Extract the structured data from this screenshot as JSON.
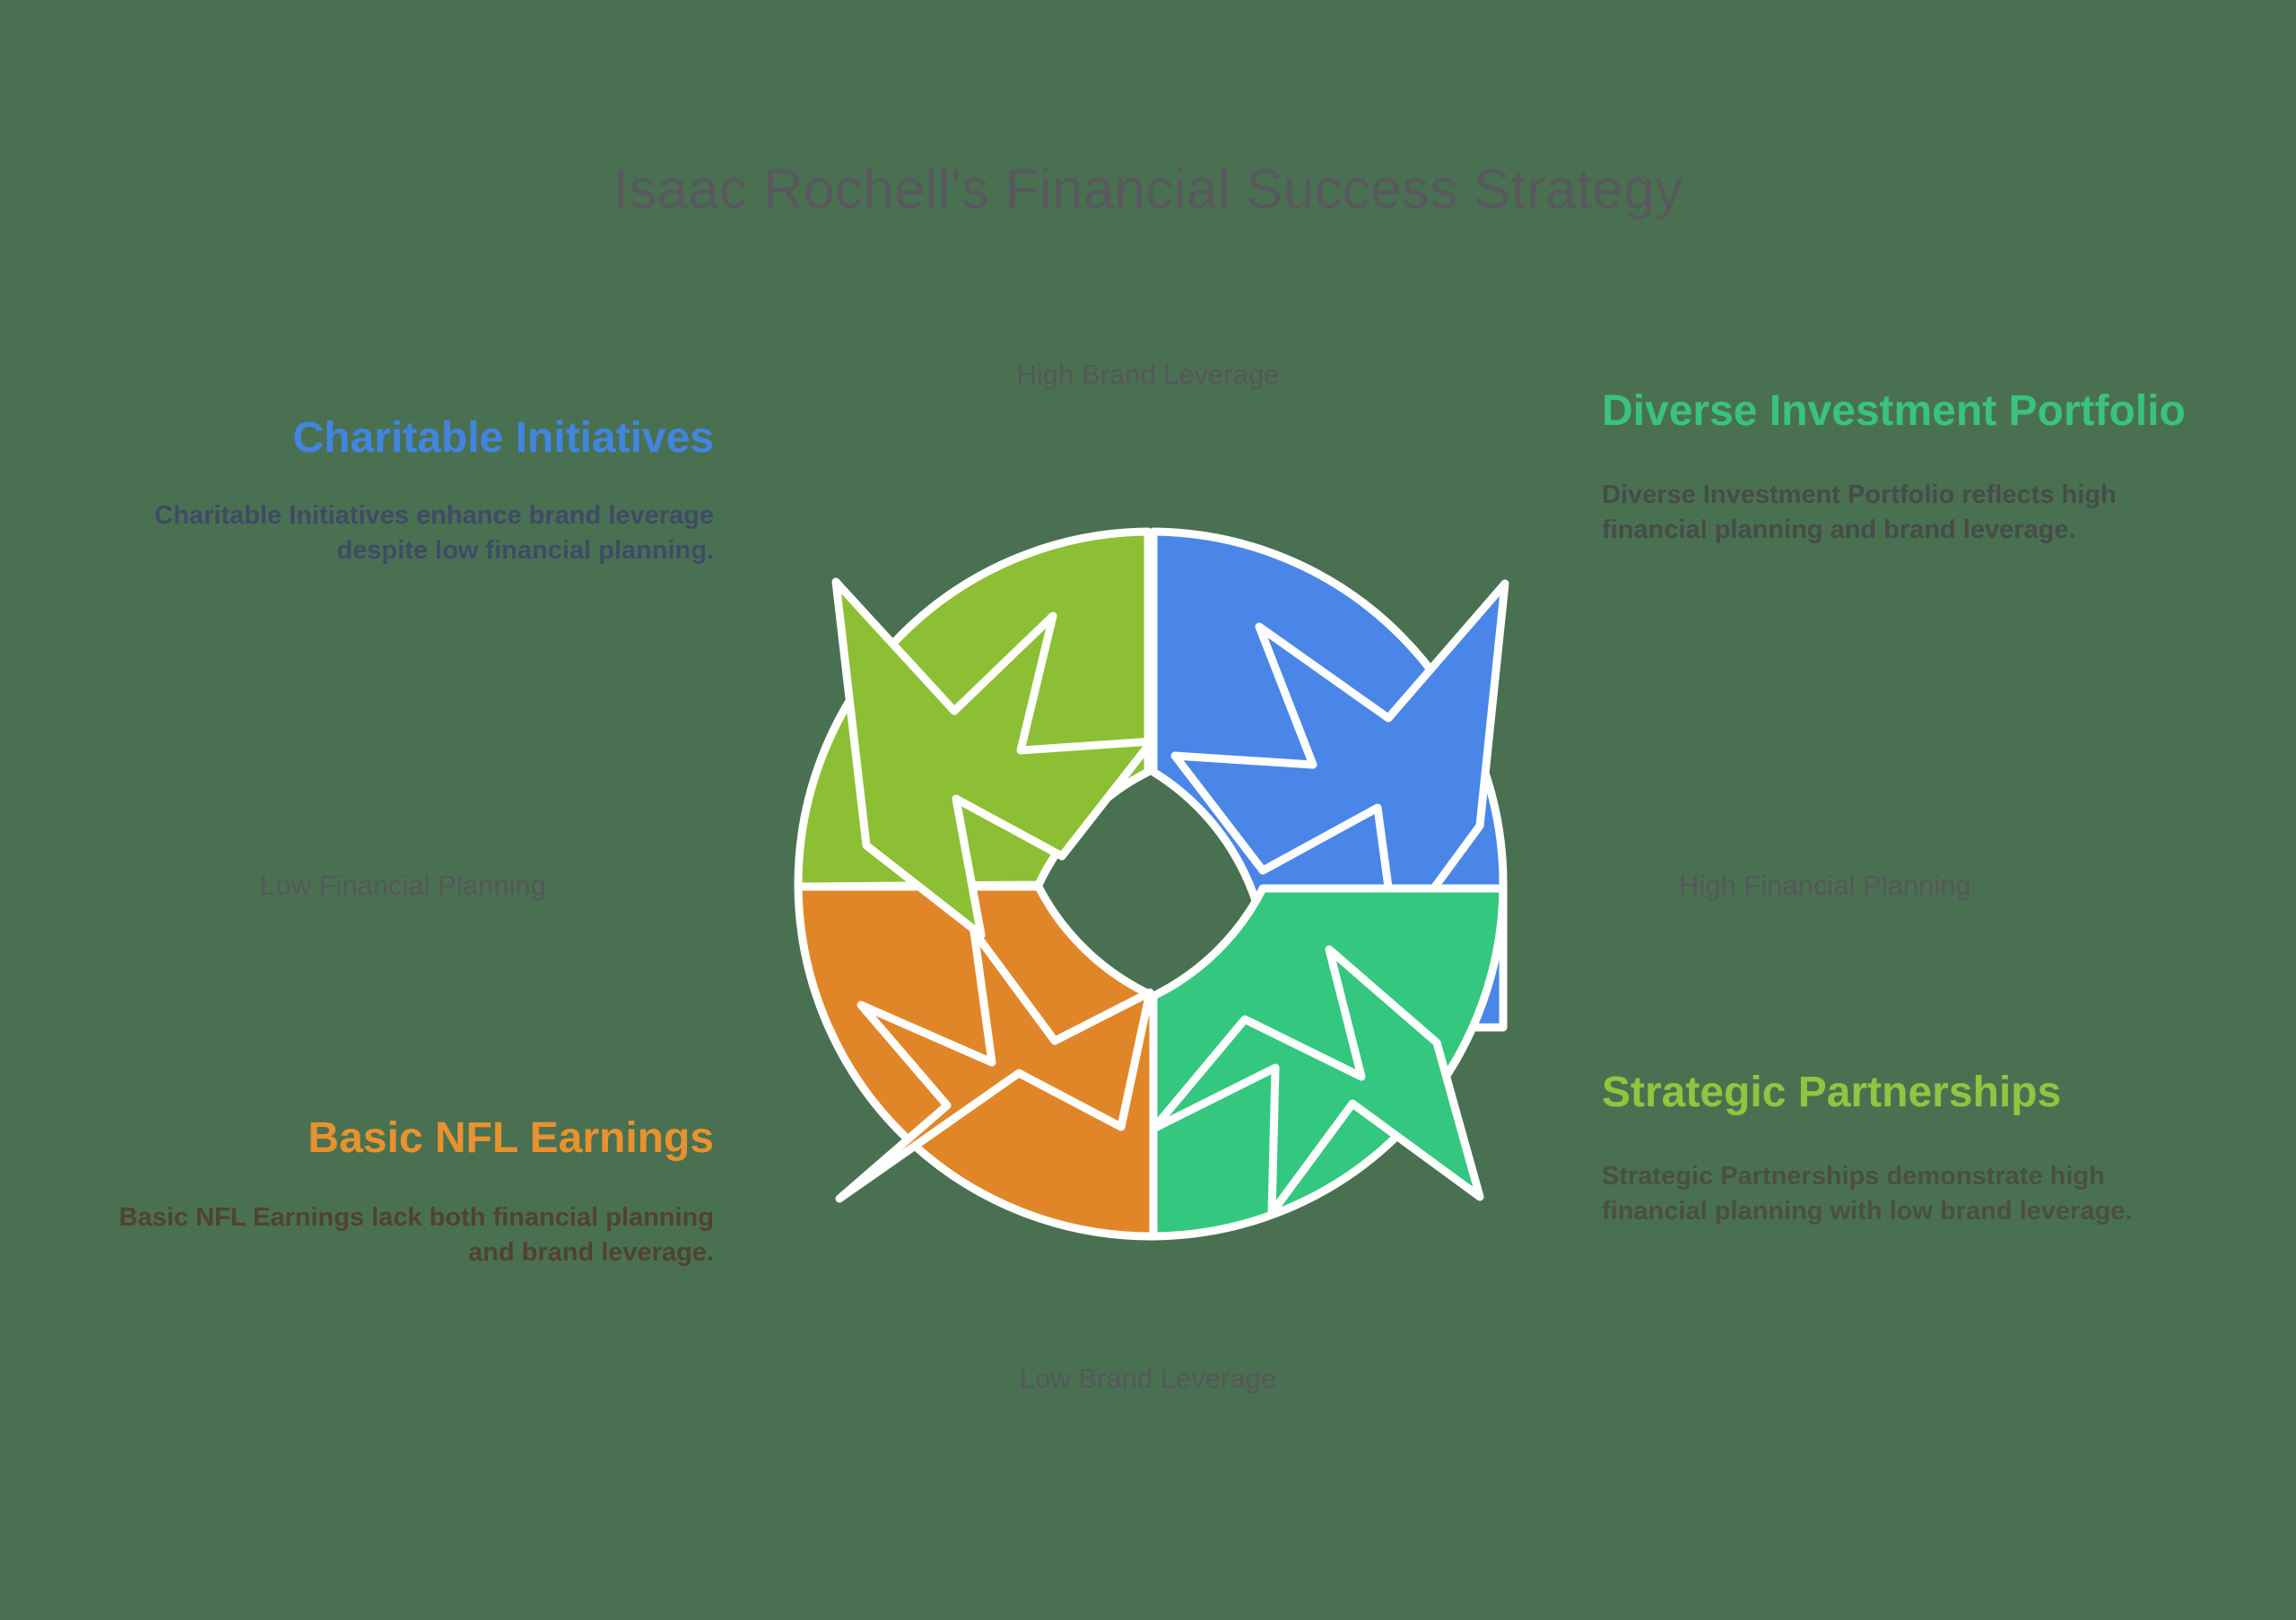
{
  "title": "Isaac Rochell's Financial Success Strategy",
  "background_color": "#4a7052",
  "axes": {
    "top": "High Brand Leverage",
    "bottom": "Low Brand Leverage",
    "left": "Low Financial Planning",
    "right": "High Financial Planning"
  },
  "quadrants": [
    {
      "id": "charitable-initiatives",
      "position": "top-left",
      "heading": "Charitable Initiatives",
      "body": "Charitable Initiatives enhance brand leverage despite low financial planning.",
      "color": "#4285e0",
      "segment_color": "#8cbf33",
      "brand_leverage": "High",
      "financial_planning": "Low"
    },
    {
      "id": "diverse-investment-portfolio",
      "position": "top-right",
      "heading": "Diverse Investment Portfolio",
      "body": "Diverse Investment Portfolio reflects high financial planning and brand leverage.",
      "color": "#39c37d",
      "segment_color": "#4a86e8",
      "brand_leverage": "High",
      "financial_planning": "High"
    },
    {
      "id": "basic-nfl-earnings",
      "position": "bottom-left",
      "heading": "Basic NFL Earnings",
      "body": "Basic NFL Earnings lack both financial planning and brand leverage.",
      "color": "#e8922e",
      "segment_color": "#e08629",
      "brand_leverage": "Low",
      "financial_planning": "Low"
    },
    {
      "id": "strategic-partnerships",
      "position": "bottom-right",
      "heading": "Strategic Partnerships",
      "body": "Strategic Partnerships demonstrate high financial planning with low brand leverage.",
      "color": "#8ec63f",
      "segment_color": "#34c77f",
      "brand_leverage": "Low",
      "financial_planning": "High"
    }
  ],
  "chart_data": {
    "type": "diagram",
    "subtype": "cyclic-quadrant-ring",
    "title": "Isaac Rochell's Financial Success Strategy",
    "xlabel": "Financial Planning",
    "ylabel": "Brand Leverage",
    "axis_labels": {
      "top": "High Brand Leverage",
      "right": "High Financial Planning",
      "bottom": "Low Brand Leverage",
      "left": "Low Financial Planning"
    },
    "segments": [
      {
        "name": "Diverse Investment Portfolio",
        "quadrant": "top-right",
        "arc_start_deg": 0,
        "arc_end_deg": 90,
        "color": "#4a86e8"
      },
      {
        "name": "Strategic Partnerships",
        "quadrant": "bottom-right",
        "arc_start_deg": 90,
        "arc_end_deg": 180,
        "color": "#34c77f"
      },
      {
        "name": "Basic NFL Earnings",
        "quadrant": "bottom-left",
        "arc_start_deg": 180,
        "arc_end_deg": 270,
        "color": "#e08629"
      },
      {
        "name": "Charitable Initiatives",
        "quadrant": "top-left",
        "arc_start_deg": 270,
        "arc_end_deg": 360,
        "color": "#8cbf33"
      }
    ],
    "direction": "clockwise",
    "grid": false,
    "legend": "none"
  }
}
